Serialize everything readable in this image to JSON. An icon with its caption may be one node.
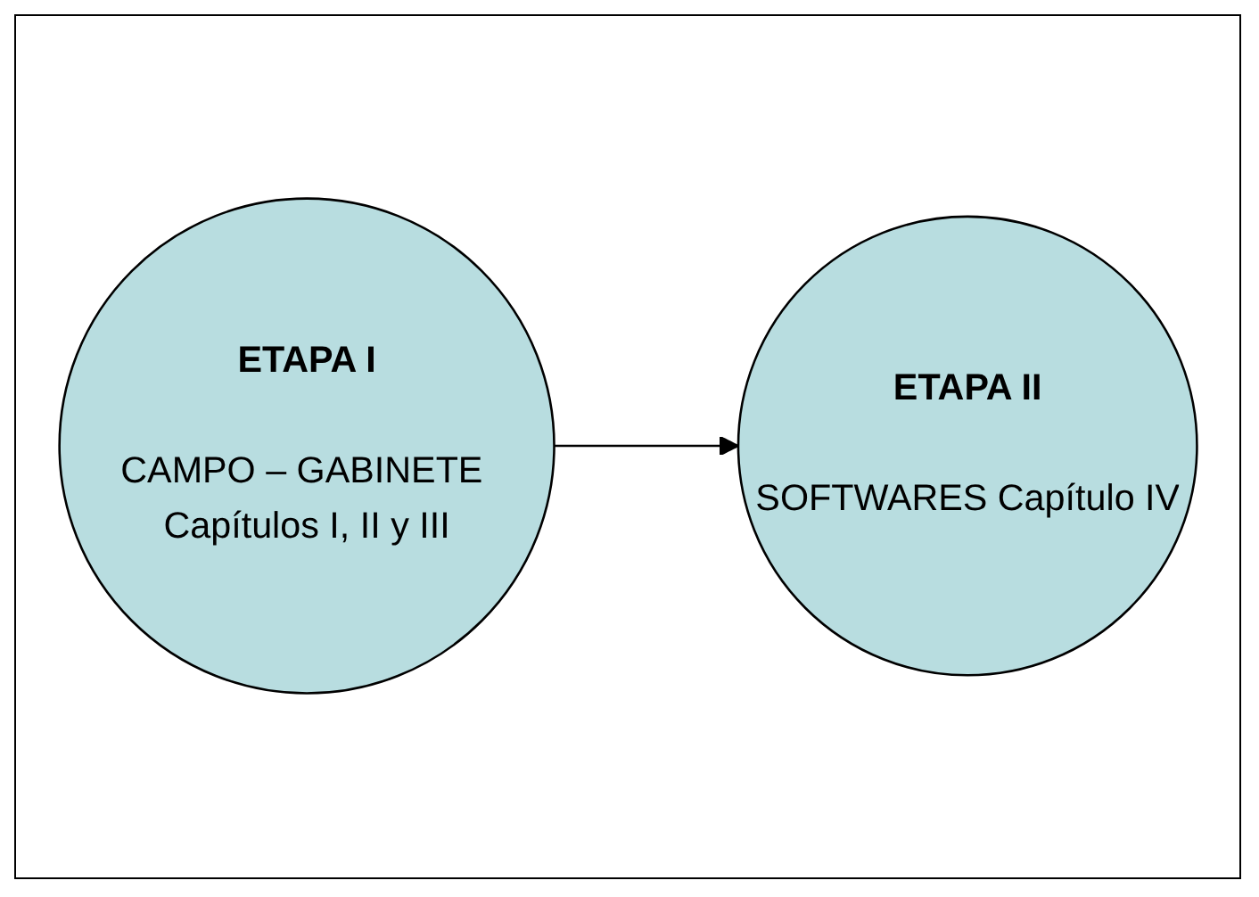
{
  "diagram": {
    "nodes": [
      {
        "text": [
          "ETAPA I",
          "CAMPO – GABINETE Capítulos I, II y III"
        ]
      },
      {
        "text": [
          "ETAPA II",
          "SOFTWARES Capítulo IV"
        ]
      }
    ],
    "edges": [
      {
        "from": 0,
        "to": 1,
        "arrow": "to"
      }
    ]
  }
}
